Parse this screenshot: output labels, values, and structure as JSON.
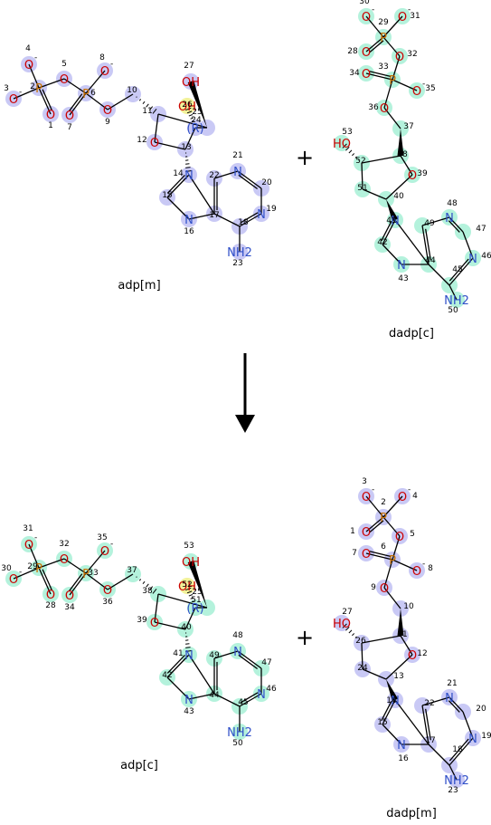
{
  "reaction": {
    "plus_sign": "+",
    "reactants": [
      {
        "caption": "adp[m]"
      },
      {
        "caption": "dadp[c]"
      }
    ],
    "products": [
      {
        "caption": "adp[c]"
      },
      {
        "caption": "dadp[m]"
      }
    ]
  },
  "colors": {
    "highlight_blue": "#c9c9f5",
    "highlight_green": "#b4f2dc",
    "highlight_yellow": "#f2f29a",
    "oxygen": "#cc0000",
    "nitrogen": "#3050c8",
    "phosphorus": "#c87000",
    "arrow": "#000000"
  },
  "molecules": {
    "adp_m": {
      "atoms": [
        {
          "n": "1",
          "el": "O"
        },
        {
          "n": "2",
          "el": "P"
        },
        {
          "n": "3",
          "el": "O",
          "charge": "-"
        },
        {
          "n": "4",
          "el": "O",
          "charge": "-"
        },
        {
          "n": "5",
          "el": "O"
        },
        {
          "n": "6",
          "el": "P"
        },
        {
          "n": "7",
          "el": "O"
        },
        {
          "n": "8",
          "el": "O",
          "charge": "-"
        },
        {
          "n": "9",
          "el": "O"
        },
        {
          "n": "10",
          "el": "C"
        },
        {
          "n": "11",
          "el": "C"
        },
        {
          "n": "12",
          "el": "O"
        },
        {
          "n": "13",
          "el": "C"
        },
        {
          "n": "14",
          "el": "N"
        },
        {
          "n": "15",
          "el": "C"
        },
        {
          "n": "16",
          "el": "N"
        },
        {
          "n": "17",
          "el": "C"
        },
        {
          "n": "18",
          "el": "C"
        },
        {
          "n": "19",
          "el": "N"
        },
        {
          "n": "20",
          "el": "C"
        },
        {
          "n": "21",
          "el": "N"
        },
        {
          "n": "22",
          "el": "C"
        },
        {
          "n": "23",
          "el": "NH2"
        },
        {
          "n": "24",
          "el": "C",
          "stereo": "(R)"
        },
        {
          "n": "25",
          "el": "OH"
        },
        {
          "n": "26",
          "el": "C"
        },
        {
          "n": "27",
          "el": "OH"
        }
      ]
    },
    "dadp_c": {
      "atoms": [
        {
          "n": "28",
          "el": "O"
        },
        {
          "n": "29",
          "el": "P"
        },
        {
          "n": "30",
          "el": "O",
          "charge": "-"
        },
        {
          "n": "31",
          "el": "O",
          "charge": "-"
        },
        {
          "n": "32",
          "el": "O"
        },
        {
          "n": "33",
          "el": "P"
        },
        {
          "n": "34",
          "el": "O"
        },
        {
          "n": "35",
          "el": "O",
          "charge": "-"
        },
        {
          "n": "36",
          "el": "O"
        },
        {
          "n": "37",
          "el": "C"
        },
        {
          "n": "38",
          "el": "C"
        },
        {
          "n": "39",
          "el": "O"
        },
        {
          "n": "40",
          "el": "C"
        },
        {
          "n": "41",
          "el": "N"
        },
        {
          "n": "42",
          "el": "C"
        },
        {
          "n": "43",
          "el": "N"
        },
        {
          "n": "44",
          "el": "C"
        },
        {
          "n": "45",
          "el": "C"
        },
        {
          "n": "46",
          "el": "N"
        },
        {
          "n": "47",
          "el": "C"
        },
        {
          "n": "48",
          "el": "N"
        },
        {
          "n": "49",
          "el": "C"
        },
        {
          "n": "50",
          "el": "NH2"
        },
        {
          "n": "51",
          "el": "C"
        },
        {
          "n": "52",
          "el": "C"
        },
        {
          "n": "53",
          "el": "HO"
        }
      ]
    },
    "adp_c": {
      "atoms": [
        {
          "n": "28",
          "el": "O"
        },
        {
          "n": "29",
          "el": "P"
        },
        {
          "n": "30",
          "el": "O",
          "charge": "-"
        },
        {
          "n": "31",
          "el": "O",
          "charge": "-"
        },
        {
          "n": "32",
          "el": "O"
        },
        {
          "n": "33",
          "el": "P"
        },
        {
          "n": "34",
          "el": "O"
        },
        {
          "n": "35",
          "el": "O",
          "charge": "-"
        },
        {
          "n": "36",
          "el": "O"
        },
        {
          "n": "37",
          "el": "C"
        },
        {
          "n": "38",
          "el": "C"
        },
        {
          "n": "39",
          "el": "O"
        },
        {
          "n": "40",
          "el": "C"
        },
        {
          "n": "41",
          "el": "N"
        },
        {
          "n": "42",
          "el": "C"
        },
        {
          "n": "43",
          "el": "N"
        },
        {
          "n": "44",
          "el": "C"
        },
        {
          "n": "45",
          "el": "C"
        },
        {
          "n": "46",
          "el": "N"
        },
        {
          "n": "47",
          "el": "C"
        },
        {
          "n": "48",
          "el": "N"
        },
        {
          "n": "49",
          "el": "C"
        },
        {
          "n": "50",
          "el": "NH2"
        },
        {
          "n": "51",
          "el": "C",
          "stereo": "(R)"
        },
        {
          "n": "25",
          "el": "OH"
        },
        {
          "n": "52",
          "el": "C"
        },
        {
          "n": "53",
          "el": "OH"
        }
      ]
    },
    "dadp_m": {
      "atoms": [
        {
          "n": "1",
          "el": "O"
        },
        {
          "n": "2",
          "el": "P"
        },
        {
          "n": "3",
          "el": "O",
          "charge": "-"
        },
        {
          "n": "4",
          "el": "O",
          "charge": "-"
        },
        {
          "n": "5",
          "el": "O"
        },
        {
          "n": "6",
          "el": "P"
        },
        {
          "n": "7",
          "el": "O"
        },
        {
          "n": "8",
          "el": "O",
          "charge": "-"
        },
        {
          "n": "9",
          "el": "O"
        },
        {
          "n": "10",
          "el": "C"
        },
        {
          "n": "11",
          "el": "C"
        },
        {
          "n": "12",
          "el": "O"
        },
        {
          "n": "13",
          "el": "C"
        },
        {
          "n": "14",
          "el": "N"
        },
        {
          "n": "15",
          "el": "C"
        },
        {
          "n": "16",
          "el": "N"
        },
        {
          "n": "17",
          "el": "C"
        },
        {
          "n": "18",
          "el": "C"
        },
        {
          "n": "19",
          "el": "N"
        },
        {
          "n": "20",
          "el": "C"
        },
        {
          "n": "21",
          "el": "N"
        },
        {
          "n": "22",
          "el": "C"
        },
        {
          "n": "23",
          "el": "NH2"
        },
        {
          "n": "24",
          "el": "C"
        },
        {
          "n": "26",
          "el": "C"
        },
        {
          "n": "27",
          "el": "HO"
        }
      ]
    }
  }
}
